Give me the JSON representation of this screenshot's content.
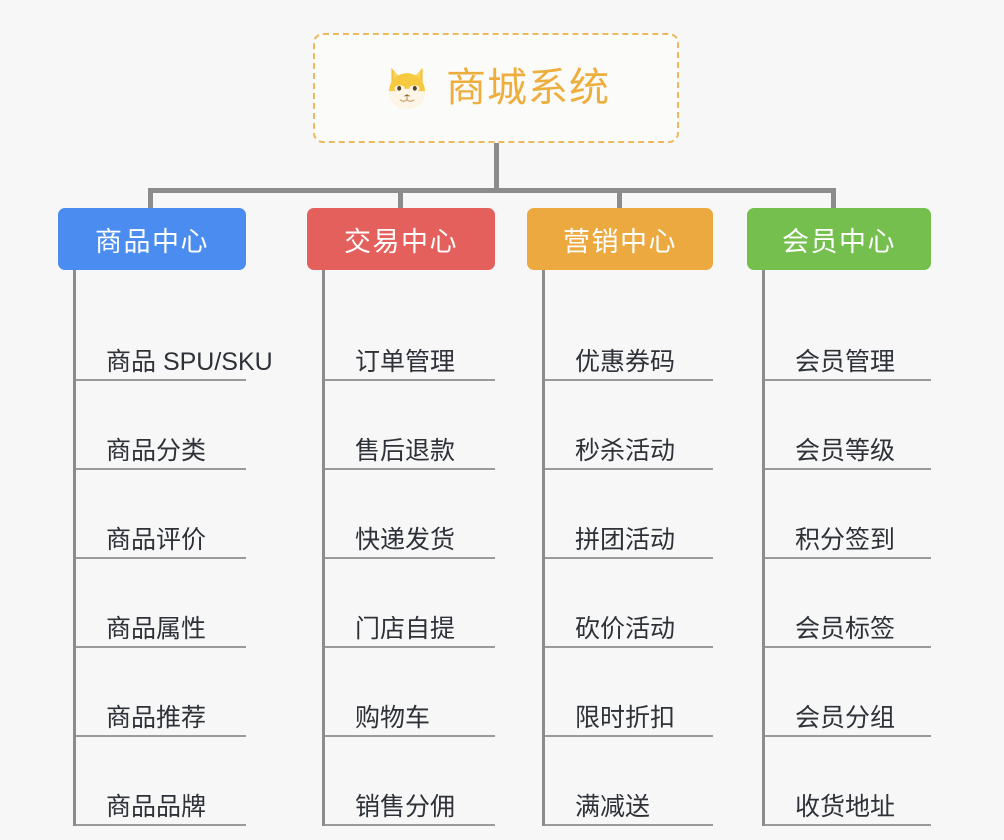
{
  "page": {
    "background": "#f7f7f7",
    "line_color": "#8c8c8c",
    "text_color": "#2e3238"
  },
  "root": {
    "title": "商城系统",
    "icon": "shiba-dog-face-icon",
    "border_color": "#eeb95c",
    "title_color": "#eeae3e"
  },
  "columns": [
    {
      "title": "商品中心",
      "color": "#4a8cf0",
      "items": [
        "商品 SPU/SKU",
        "商品分类",
        "商品评价",
        "商品属性",
        "商品推荐",
        "商品品牌"
      ]
    },
    {
      "title": "交易中心",
      "color": "#e4605c",
      "items": [
        "订单管理",
        "售后退款",
        "快递发货",
        "门店自提",
        "购物车",
        "销售分佣"
      ]
    },
    {
      "title": "营销中心",
      "color": "#eba93f",
      "items": [
        "优惠券码",
        "秒杀活动",
        "拼团活动",
        "砍价活动",
        "限时折扣",
        "满减送"
      ]
    },
    {
      "title": "会员中心",
      "color": "#74bf4e",
      "items": [
        "会员管理",
        "会员等级",
        "积分签到",
        "会员标签",
        "会员分组",
        "收货地址"
      ]
    }
  ]
}
